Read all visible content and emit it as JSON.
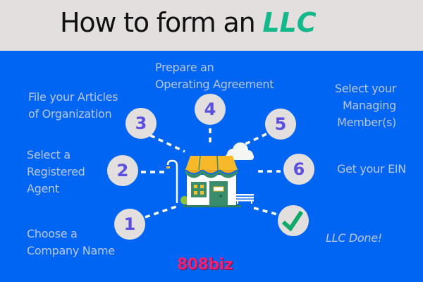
{
  "header": {
    "title_prefix": "How to form an ",
    "title_accent": "LLC",
    "accent_color": "#13b98b",
    "background_color": "#e3dfde"
  },
  "main": {
    "background_color": "#0065f2",
    "steps": [
      {
        "number": "1",
        "label_line1": "Choose a",
        "label_line2": "Company Name"
      },
      {
        "number": "2",
        "label_line1": "Select a",
        "label_line2": "Registered",
        "label_line3": "Agent"
      },
      {
        "number": "3",
        "label_line1": "File your Articles",
        "label_line2": "of Organization"
      },
      {
        "number": "4",
        "label_line1": "Prepare an",
        "label_line2": "Operating Agreement"
      },
      {
        "number": "5",
        "label_line1": "Select your",
        "label_line2": "Managing",
        "label_line3": "Member(s)"
      },
      {
        "number": "6",
        "label_line1": "Get your EIN"
      },
      {
        "icon": "checkmark-icon",
        "label_line1": "LLC Done!"
      }
    ],
    "center_illustration": "storefront-house-icon"
  },
  "brand": {
    "name": "808biz",
    "color": "#e8237a"
  }
}
